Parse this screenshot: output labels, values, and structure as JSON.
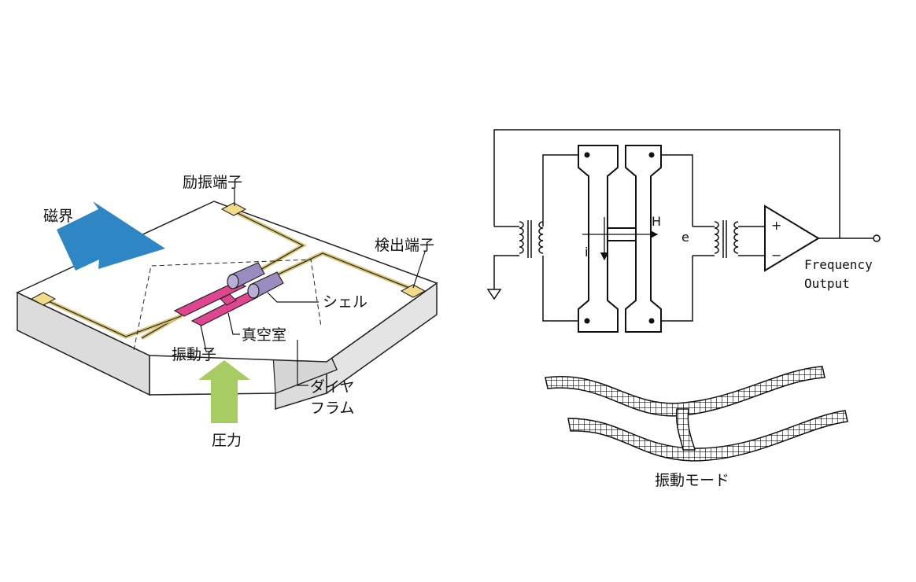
{
  "left_figure": {
    "labels": {
      "magnetic_field": "磁界",
      "excitation_terminal": "励振端子",
      "detection_terminal": "検出端子",
      "shell": "シェル",
      "vacuum_chamber": "真空室",
      "vibrator": "振動子",
      "diaphragm_line1": "ダイヤ",
      "diaphragm_line2": "フラム",
      "pressure": "圧力"
    },
    "colors": {
      "magnetic_arrow": "#2f86c4",
      "pressure_arrow": "#a6cc62",
      "vibrator": "#e0468f",
      "shell": "#9b8cc0",
      "terminal_pad": "#f1dc8a",
      "wire": "#d9c474"
    }
  },
  "right_figure": {
    "labels": {
      "H": "H",
      "i": "i",
      "e": "e",
      "plus": "+",
      "minus": "−",
      "output_line1": "Frequency",
      "output_line2": "Output",
      "vibration_mode": "振動モード"
    }
  }
}
